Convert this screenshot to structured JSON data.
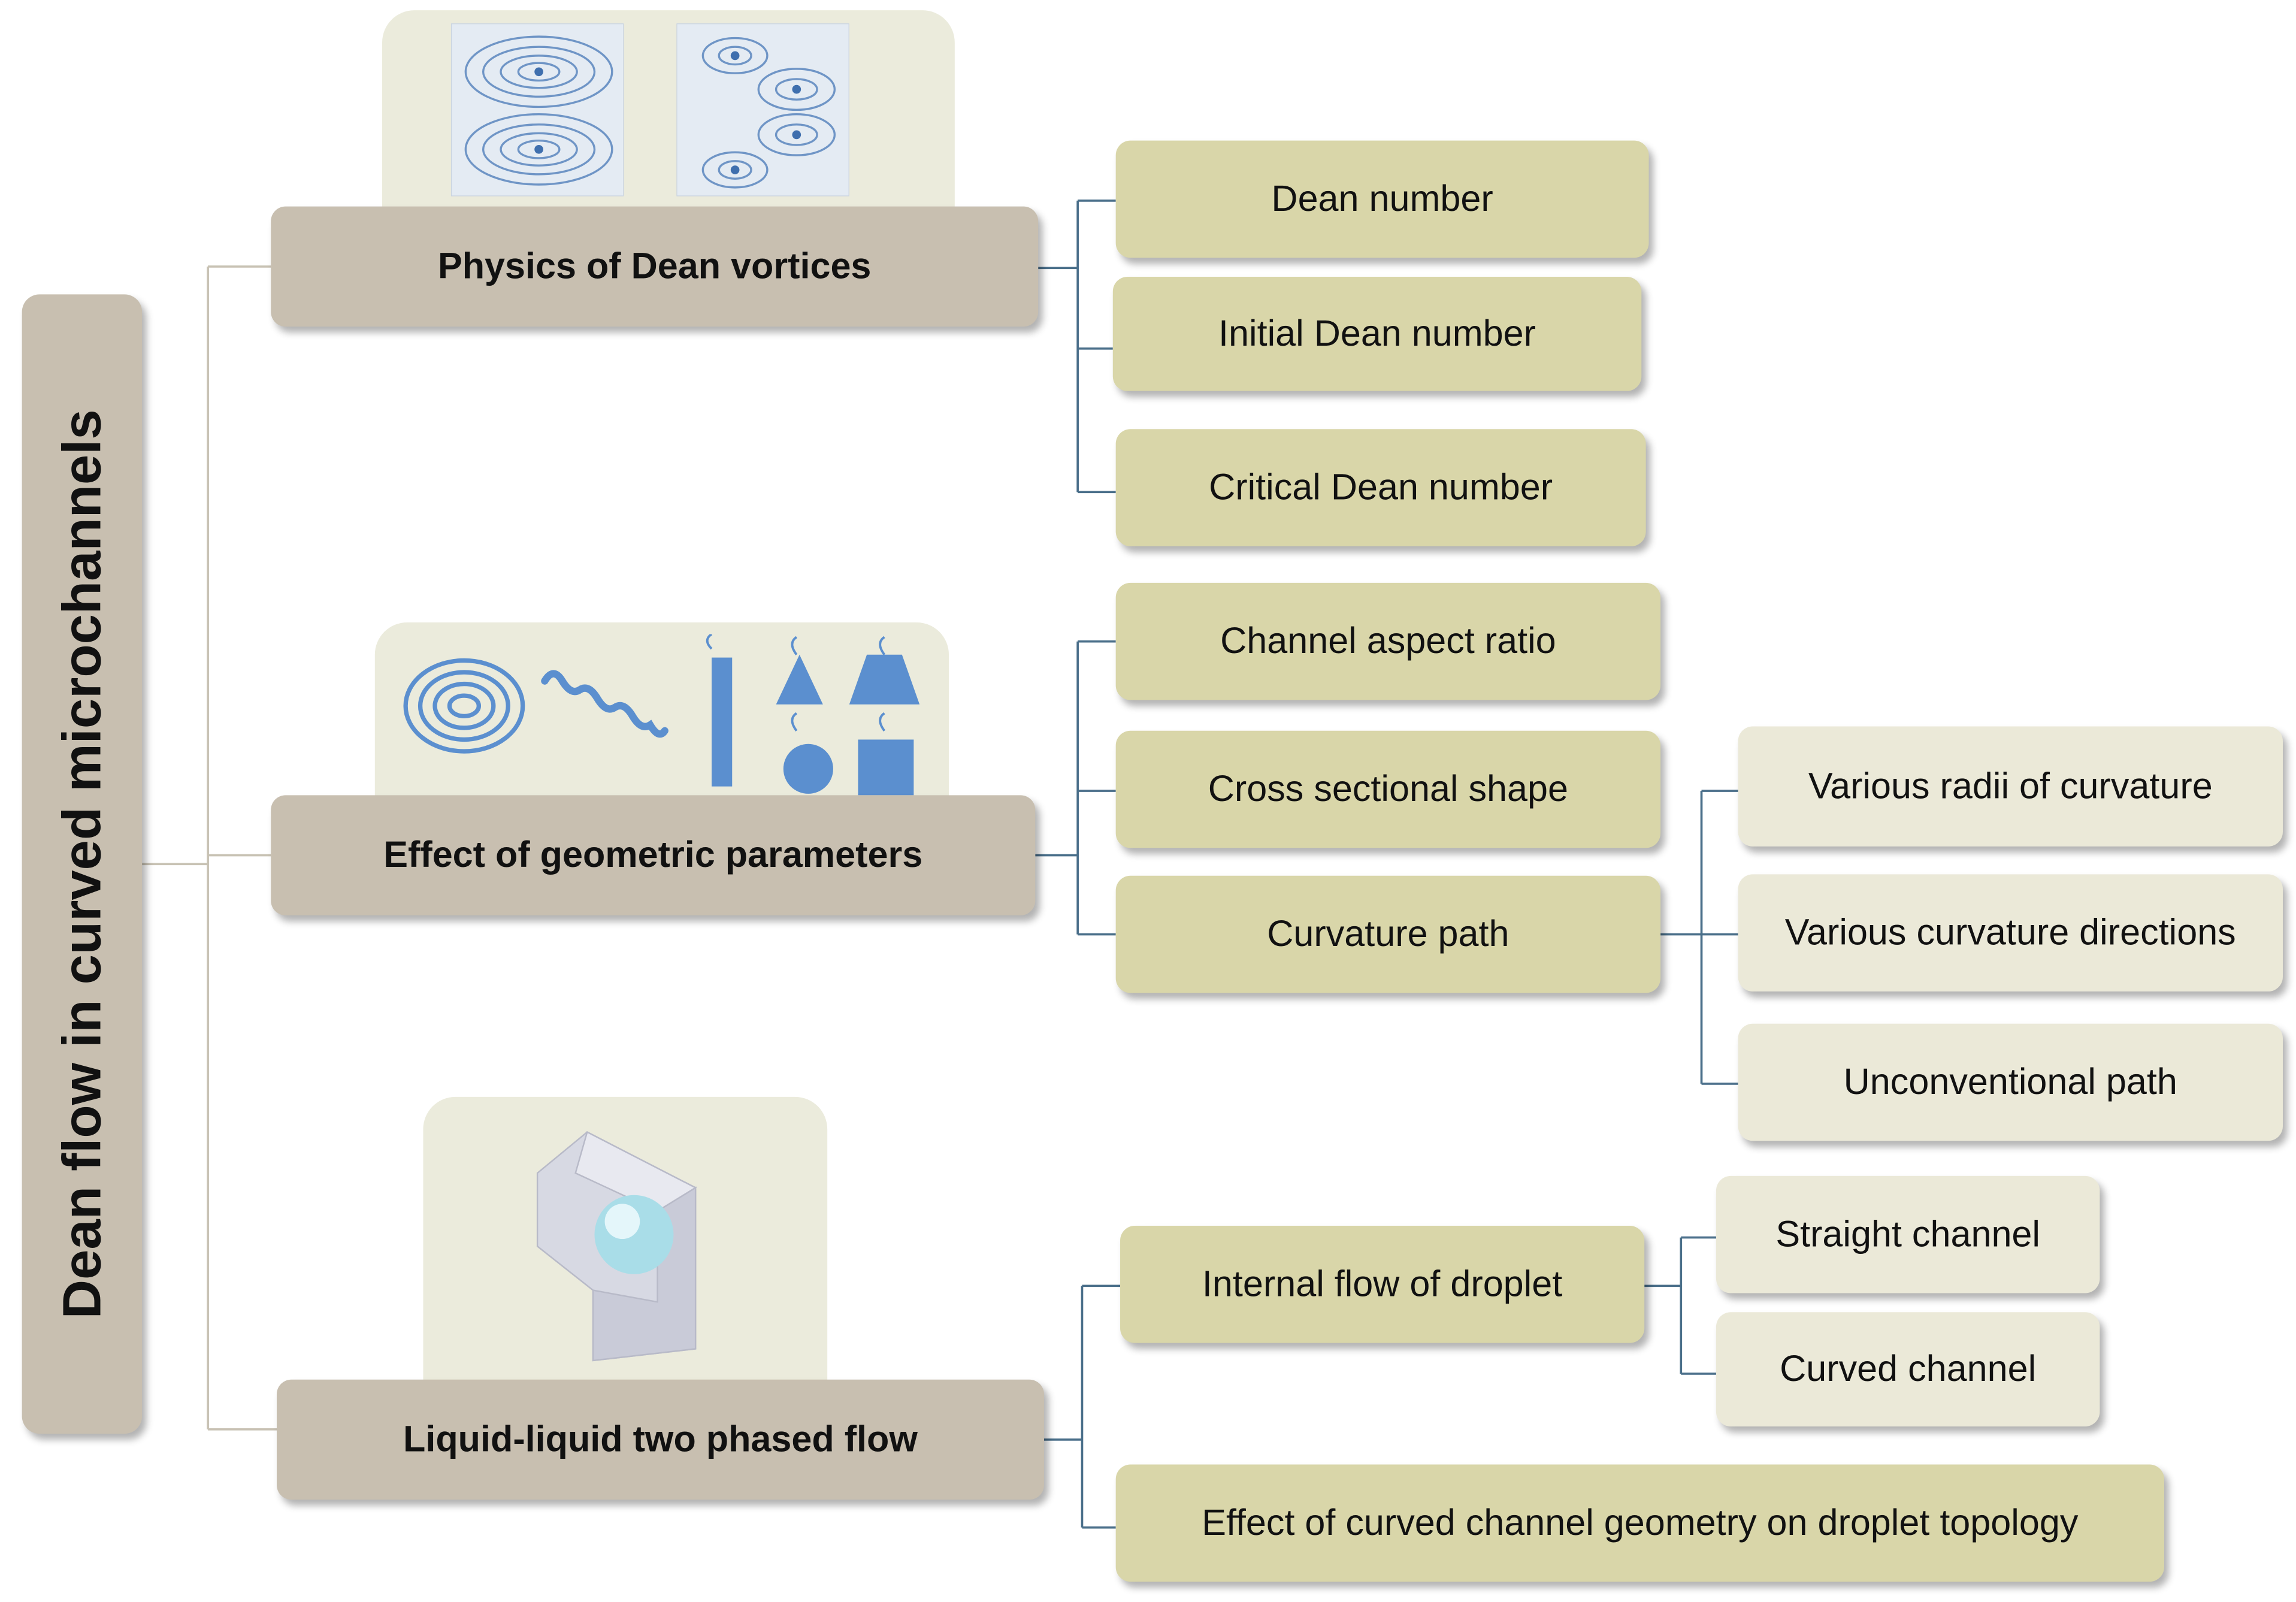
{
  "root": {
    "label": "Dean flow in curved microchannels"
  },
  "branches": [
    {
      "label": "Physics of Dean vortices",
      "image": "streamline-vortex-plots",
      "children": [
        {
          "label": "Dean number"
        },
        {
          "label": "Initial Dean number"
        },
        {
          "label": "Critical Dean number"
        }
      ]
    },
    {
      "label": "Effect of geometric parameters",
      "image": "channel-geometry-icons",
      "children": [
        {
          "label": "Channel aspect ratio"
        },
        {
          "label": "Cross sectional shape"
        },
        {
          "label": "Curvature path",
          "children": [
            {
              "label": "Various radii of curvature"
            },
            {
              "label": "Various curvature directions"
            },
            {
              "label": "Unconventional path"
            }
          ]
        }
      ]
    },
    {
      "label": "Liquid-liquid two phased flow",
      "image": "droplet-in-channel",
      "children": [
        {
          "label": "Internal flow of droplet",
          "children": [
            {
              "label": "Straight channel"
            },
            {
              "label": "Curved channel"
            }
          ]
        },
        {
          "label": "Effect of curved channel geometry on droplet topology"
        }
      ]
    }
  ],
  "colors": {
    "root_fill": "#c8bfb0",
    "level1_fill": "#c8bfb0",
    "level2_fill": "#d9d6a9",
    "level3_fill": "#ebe9d8",
    "root_connector": "#c8c2b4",
    "branch_connector": "#4a6f8a",
    "icon_blue": "#5b8fcf",
    "panel_fill": "#ebebdc"
  }
}
